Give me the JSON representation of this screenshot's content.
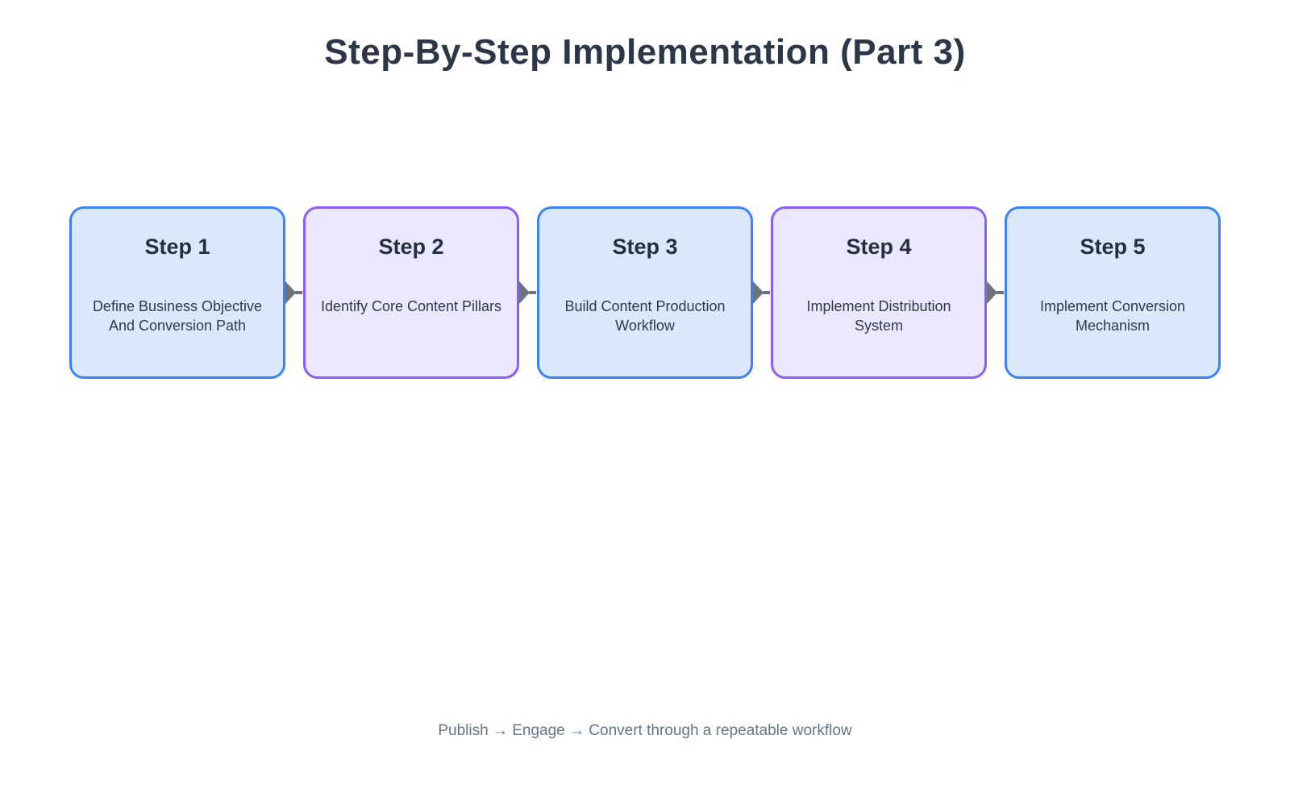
{
  "title": "Step-By-Step Implementation (Part 3)",
  "steps": [
    {
      "label": "Step 1",
      "description": "Define Business Objective And Conversion Path",
      "theme": "blue"
    },
    {
      "label": "Step 2",
      "description": "Identify Core Content Pillars",
      "theme": "purple"
    },
    {
      "label": "Step 3",
      "description": "Build Content Production Workflow",
      "theme": "blue"
    },
    {
      "label": "Step 4",
      "description": "Implement Distribution System",
      "theme": "purple"
    },
    {
      "label": "Step 5",
      "description": "Implement Conversion Mechanism",
      "theme": "blue"
    }
  ],
  "footer": "Publish → Engage → Convert through a repeatable workflow",
  "colors": {
    "blue_fill": "#dbe8fc",
    "blue_border": "#3b82f6",
    "purple_fill": "#ebe7fc",
    "purple_border": "#8b5cf6",
    "arrow": "#6b7280",
    "title_text": "#2b3648",
    "footer_text": "#64748b"
  }
}
